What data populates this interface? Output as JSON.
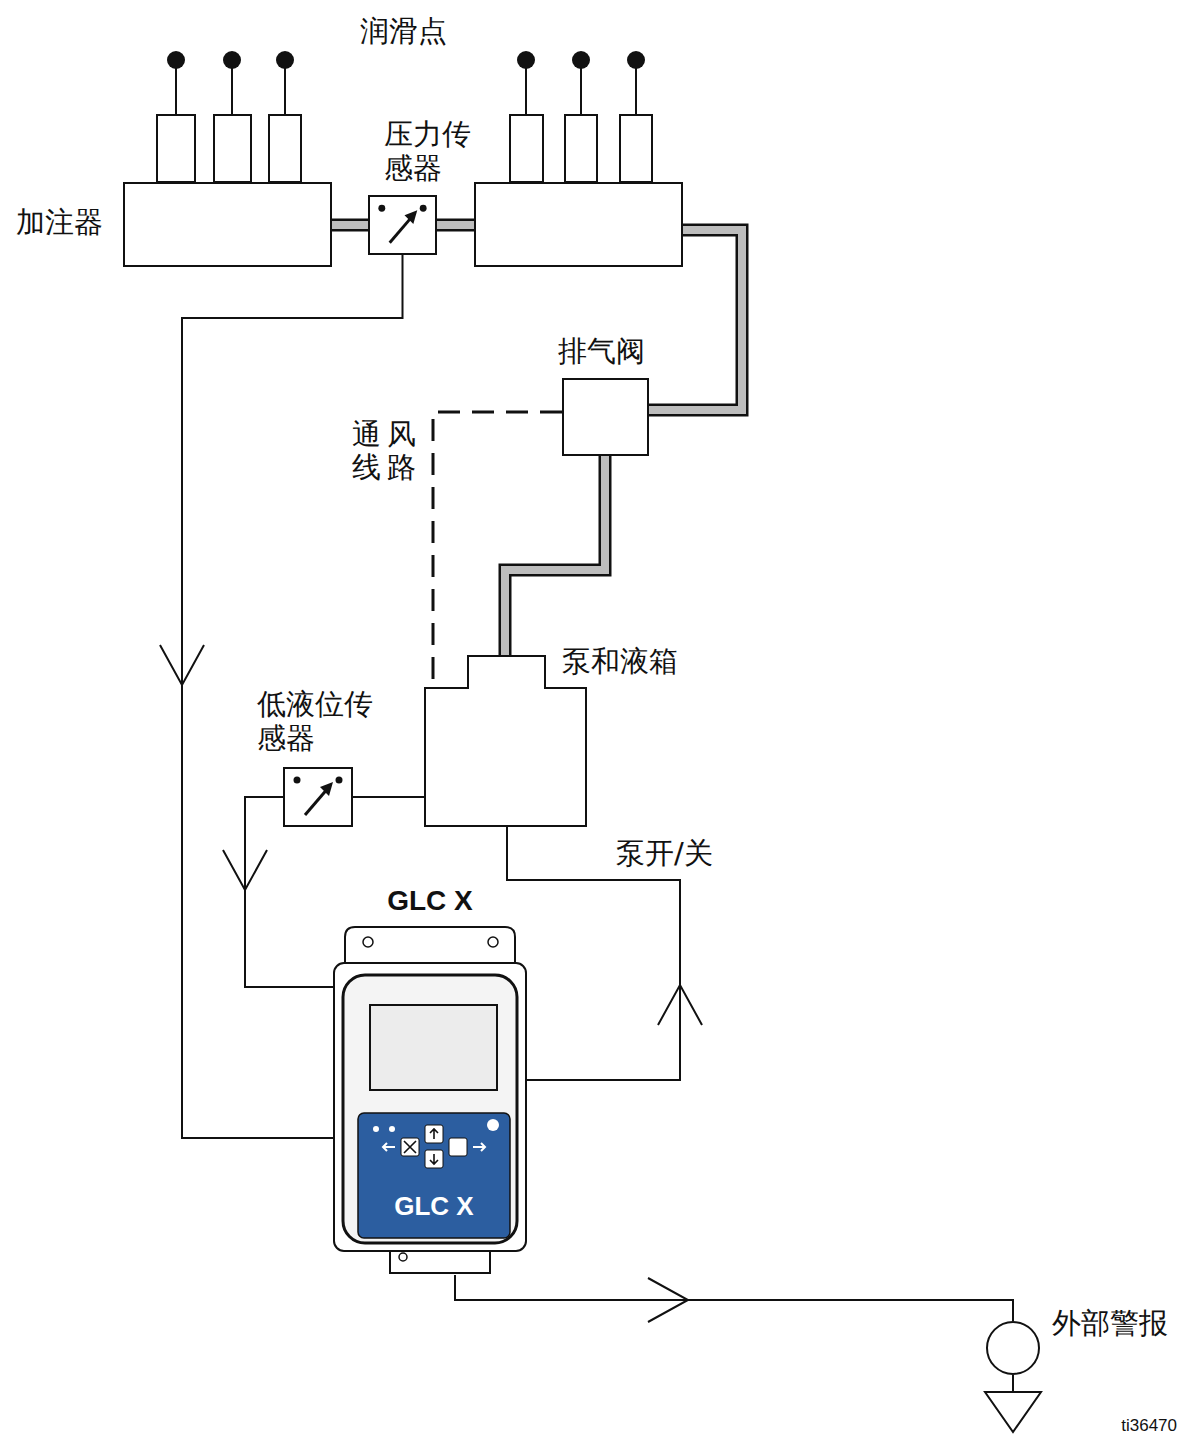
{
  "diagram": {
    "nodes": [
      {
        "text": [
          "加注器"
        ]
      },
      {
        "text": [
          "压力传感器"
        ]
      },
      {
        "text": []
      },
      {
        "text": [
          "排气阀"
        ]
      },
      {
        "text": [
          "泵和液箱"
        ]
      },
      {
        "text": [
          "低液位传感器"
        ]
      },
      {
        "text": [
          "GLC X"
        ]
      },
      {
        "text": [
          "外部警报"
        ]
      }
    ],
    "edges": [
      {
        "from": 0,
        "to": 1,
        "arrow": "none"
      },
      {
        "from": 1,
        "to": 2,
        "arrow": "none"
      },
      {
        "from": 2,
        "to": 3,
        "arrow": "none"
      },
      {
        "from": 3,
        "to": 4,
        "arrow": "none"
      },
      {
        "from": 3,
        "to": 4,
        "label": "通风线路",
        "arrow": "none"
      },
      {
        "from": 1,
        "to": 6,
        "arrow": "to"
      },
      {
        "from": 5,
        "to": 6,
        "arrow": "to"
      },
      {
        "from": 4,
        "to": 5,
        "arrow": "none"
      },
      {
        "from": 6,
        "to": 4,
        "label": "泵开/关",
        "arrow": "to"
      },
      {
        "from": 6,
        "to": 7,
        "arrow": "to"
      }
    ],
    "labels": [
      "润滑点",
      "GLC X",
      "ti36470"
    ]
  }
}
